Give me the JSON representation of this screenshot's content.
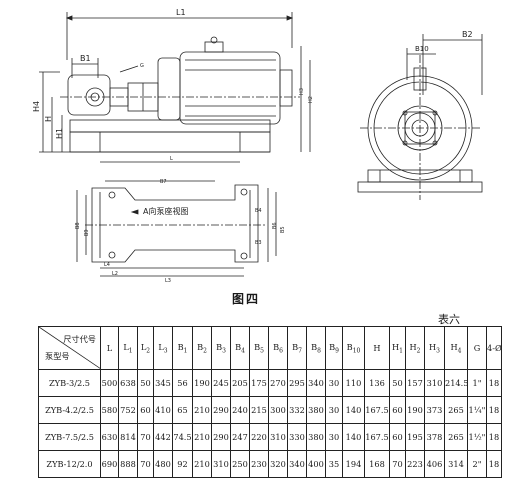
{
  "drawing": {
    "labels": {
      "L1": "L1",
      "B1": "B1",
      "G": "G",
      "H4": "H4",
      "H": "H",
      "H1": "H1",
      "H3": "H3",
      "H2": "H2",
      "L": "L",
      "B2": "B2",
      "B10": "B10",
      "view_title": "A向泵座视图",
      "B8": "B8",
      "B9": "B9",
      "L4": "L4",
      "L3": "L3",
      "L2": "L2",
      "B7": "B7",
      "B6": "B6",
      "B3": "B3",
      "B4": "B4",
      "B5": "B5"
    }
  },
  "figure_caption": "图四",
  "table_number": "表六",
  "table": {
    "corner_top": "尺寸代号",
    "corner_bottom": "泵型号",
    "columns": [
      {
        "base": "L",
        "sub": ""
      },
      {
        "base": "L",
        "sub": "1"
      },
      {
        "base": "L",
        "sub": "2"
      },
      {
        "base": "L",
        "sub": "3"
      },
      {
        "base": "B",
        "sub": "1"
      },
      {
        "base": "B",
        "sub": "2"
      },
      {
        "base": "B",
        "sub": "3"
      },
      {
        "base": "B",
        "sub": "4"
      },
      {
        "base": "B",
        "sub": "5"
      },
      {
        "base": "B",
        "sub": "6"
      },
      {
        "base": "B",
        "sub": "7"
      },
      {
        "base": "B",
        "sub": "8"
      },
      {
        "base": "B",
        "sub": "9"
      },
      {
        "base": "B",
        "sub": "10"
      },
      {
        "base": "H",
        "sub": ""
      },
      {
        "base": "H",
        "sub": "1"
      },
      {
        "base": "H",
        "sub": "2"
      },
      {
        "base": "H",
        "sub": "3"
      },
      {
        "base": "H",
        "sub": "4"
      },
      {
        "base": "G",
        "sub": ""
      },
      {
        "base": "4-Ø",
        "sub": ""
      }
    ],
    "rows": [
      {
        "model": "ZYB-3/2.5",
        "cells": [
          "500",
          "638",
          "50",
          "345",
          "56",
          "190",
          "245",
          "205",
          "175",
          "270",
          "295",
          "340",
          "30",
          "110",
          "136",
          "50",
          "157",
          "310",
          "214.5",
          "1\"",
          "18"
        ]
      },
      {
        "model": "ZYB-4.2/2.5",
        "cells": [
          "580",
          "752",
          "60",
          "410",
          "65",
          "210",
          "290",
          "240",
          "215",
          "300",
          "332",
          "380",
          "30",
          "140",
          "167.5",
          "60",
          "190",
          "373",
          "265",
          "1¼\"",
          "18"
        ]
      },
      {
        "model": "ZYB-7.5/2.5",
        "cells": [
          "630",
          "814",
          "70",
          "442",
          "74.5",
          "210",
          "290",
          "247",
          "220",
          "310",
          "330",
          "380",
          "30",
          "140",
          "167.5",
          "60",
          "195",
          "378",
          "265",
          "1½\"",
          "18"
        ]
      },
      {
        "model": "ZYB-12/2.0",
        "cells": [
          "690",
          "888",
          "70",
          "480",
          "92",
          "210",
          "310",
          "250",
          "230",
          "320",
          "340",
          "400",
          "35",
          "194",
          "168",
          "70",
          "223",
          "406",
          "314",
          "2\"",
          "18"
        ]
      }
    ]
  }
}
